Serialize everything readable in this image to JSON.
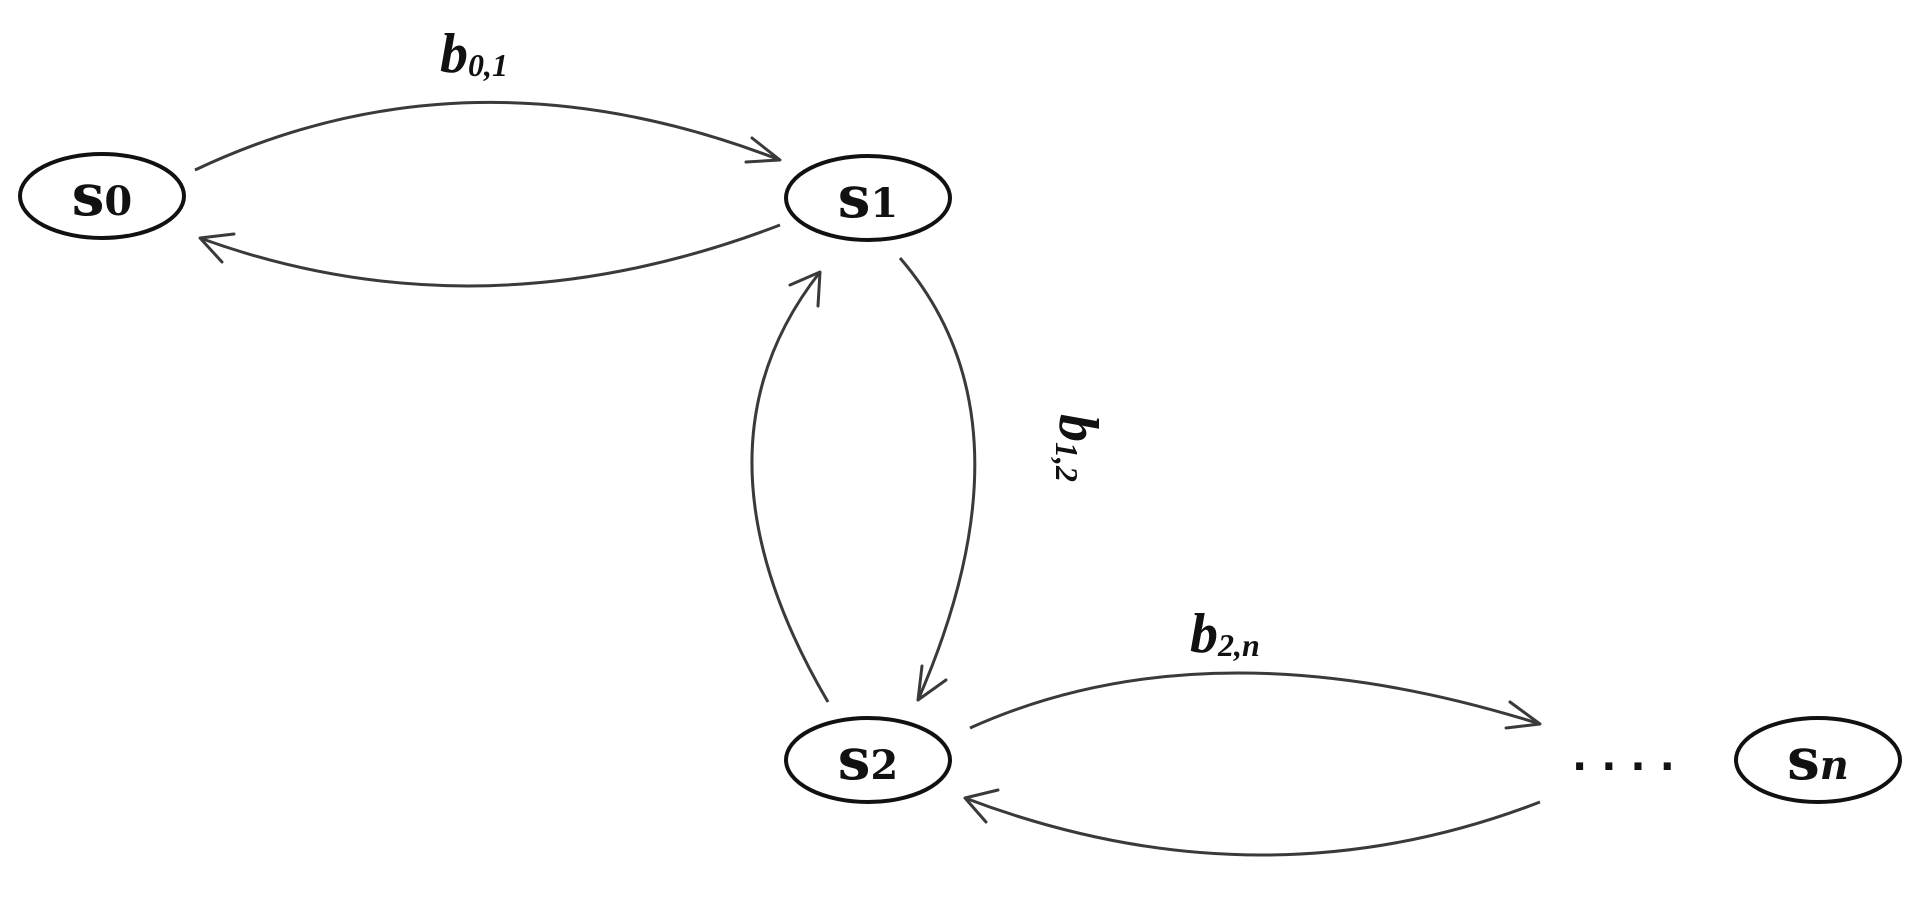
{
  "nodes": {
    "s0": {
      "main": "s",
      "sub": "0"
    },
    "s1": {
      "main": "s",
      "sub": "1"
    },
    "s2": {
      "main": "s",
      "sub": "2"
    },
    "sn": {
      "main": "s",
      "sub": "n"
    }
  },
  "edges": {
    "b01": {
      "main": "b",
      "sub": "0,1"
    },
    "b12": {
      "main": "b",
      "sub": "1,2"
    },
    "b2n": {
      "main": "b",
      "sub": "2,n"
    }
  },
  "ellipsis": "....",
  "colors": {
    "stroke": "#111111",
    "edge": "#3a3a3a",
    "background": "#ffffff"
  }
}
